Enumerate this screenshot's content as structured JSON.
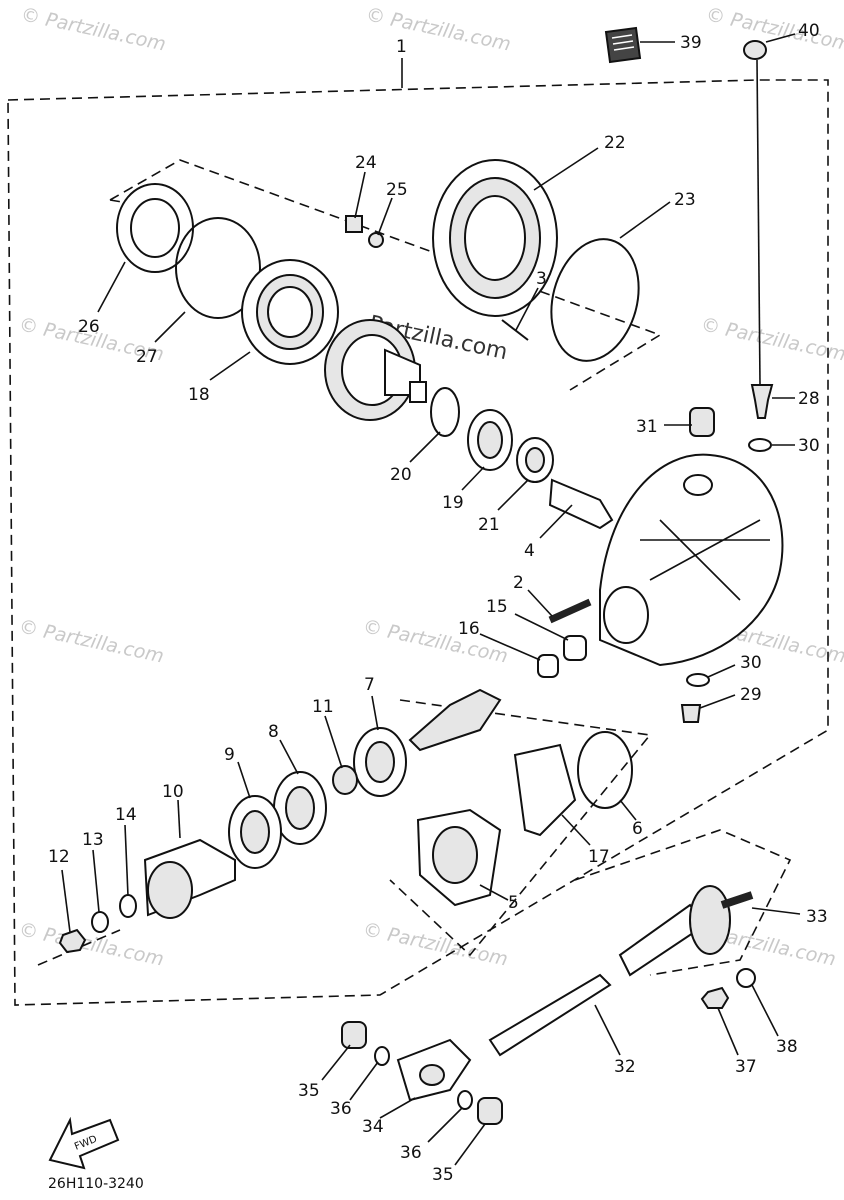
{
  "watermark": "© Partzilla.com",
  "watermark_center": "Partzilla.com",
  "diagram_code": "26H110-3240",
  "fwd_label": "FWD",
  "callouts": {
    "c1": "1",
    "c2": "2",
    "c3": "3",
    "c4": "4",
    "c5": "5",
    "c6": "6",
    "c7": "7",
    "c8": "8",
    "c9": "9",
    "c10": "10",
    "c11": "11",
    "c12": "12",
    "c13": "13",
    "c14": "14",
    "c15": "15",
    "c16": "16",
    "c17": "17",
    "c18": "18",
    "c19": "19",
    "c20": "20",
    "c21": "21",
    "c22": "22",
    "c23": "23",
    "c24": "24",
    "c25": "25",
    "c26": "26",
    "c27": "27",
    "c28": "28",
    "c29": "29",
    "c30": "30",
    "c31": "31",
    "c32": "32",
    "c33": "33",
    "c34": "34",
    "c35": "35",
    "c36": "36",
    "c37": "37",
    "c38": "38",
    "c39": "39",
    "c40": "40"
  }
}
